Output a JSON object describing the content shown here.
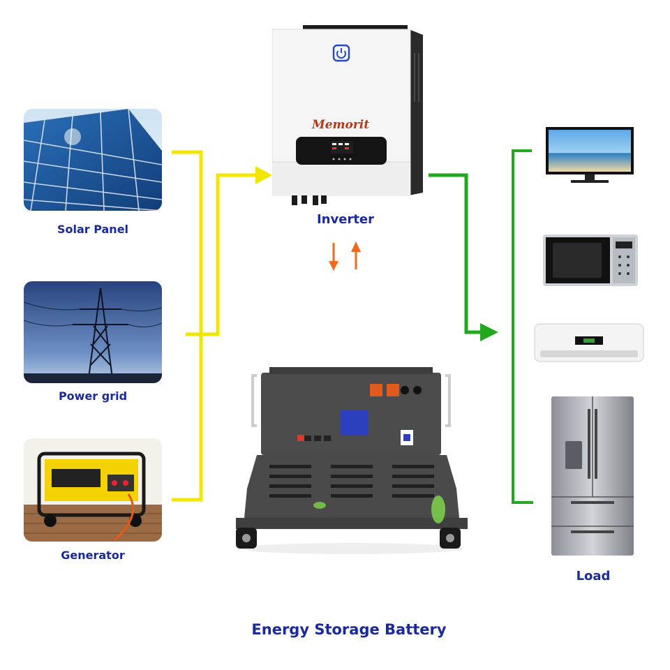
{
  "labels": {
    "solar": "Solar Panel",
    "grid": "Power grid",
    "generator": "Generator",
    "inverter": "Inverter",
    "battery": "Energy Storage Battery",
    "load": "Load"
  },
  "inverter_brand": "Memorit",
  "colors": {
    "input_wire": "#f2e600",
    "output_wire": "#22a81e",
    "battery_arrows": "#f26b1d",
    "label_text": "#1a2a9a",
    "brand_text": "#b23a1a"
  }
}
